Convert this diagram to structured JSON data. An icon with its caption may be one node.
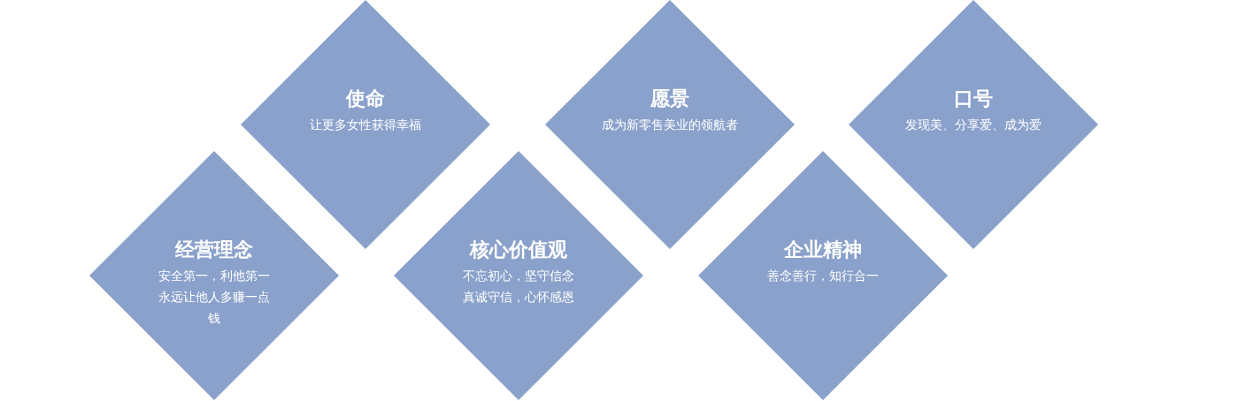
{
  "diagram": {
    "nodes": [
      {
        "text": [
          "使命",
          "让更多女性获得幸福"
        ]
      },
      {
        "text": [
          "愿景",
          "成为新零售美业的领航者"
        ]
      },
      {
        "text": [
          "口号",
          "发现美、分享爱、成为爱"
        ]
      },
      {
        "text": [
          "经营理念",
          "安全第一，利他第一永远让他人多赚一点钱"
        ]
      },
      {
        "text": [
          "核心价值观",
          "不忘初心，坚守信念真诚守信，心怀感恩"
        ]
      },
      {
        "text": [
          "企业精神",
          "善念善行，知行合一"
        ]
      }
    ]
  }
}
